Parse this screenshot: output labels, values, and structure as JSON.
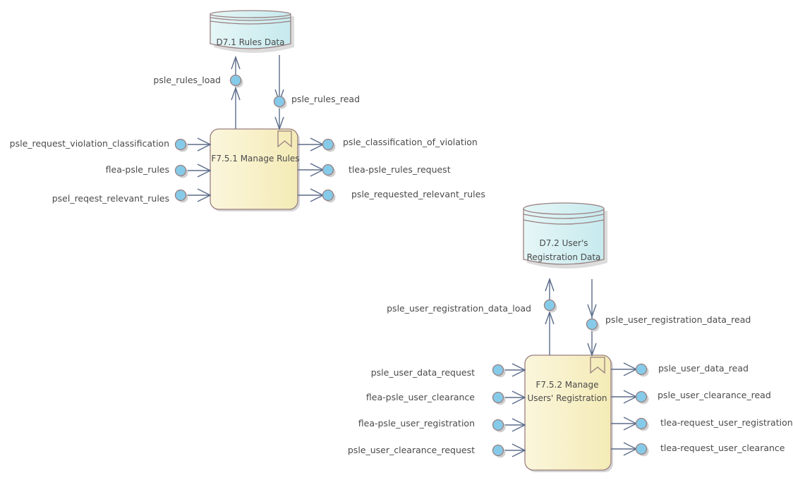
{
  "colors": {
    "process_fill_left": "#fbf5d8",
    "process_fill_right": "#f4ebb8",
    "process_stroke": "#9a7f80",
    "store_fill_left": "#e4f5f5",
    "store_fill_right": "#c9ecef",
    "store_stroke": "#9a7f80",
    "port_fill": "#85cbe9",
    "flow_stroke": "#5b6b8a",
    "text": "#4a4a4a"
  },
  "data_stores": [
    {
      "id": "D7.1",
      "lines": [
        "D7.1 Rules Data"
      ]
    },
    {
      "id": "D7.2",
      "lines": [
        "D7.2 User's",
        "Registration Data"
      ]
    }
  ],
  "processes": [
    {
      "id": "F7.5.1",
      "lines": [
        "F7.5.1 Manage Rules"
      ],
      "icon": "bookmark-icon",
      "inputs": [
        "psle_request_violation_classification",
        "flea-psle_rules",
        "psel_reqest_relevant_rules"
      ],
      "outputs": [
        "psle_classification_of_violation",
        "tlea-psle_rules_request",
        "psle_requested_relevant_rules"
      ],
      "store_load": "psle_rules_load",
      "store_read": "psle_rules_read"
    },
    {
      "id": "F7.5.2",
      "lines": [
        "F7.5.2 Manage",
        "Users' Registration"
      ],
      "icon": "bookmark-icon",
      "inputs": [
        "psle_user_data_request",
        "flea-psle_user_clearance",
        "flea-psle_user_registration",
        "psle_user_clearance_request"
      ],
      "outputs": [
        "psle_user_data_read",
        "psle_user_clearance_read",
        "tlea-request_user_registration",
        "tlea-request_user_clearance"
      ],
      "store_load": "psle_user_registration_data_load",
      "store_read": "psle_user_registration_data_read"
    }
  ]
}
